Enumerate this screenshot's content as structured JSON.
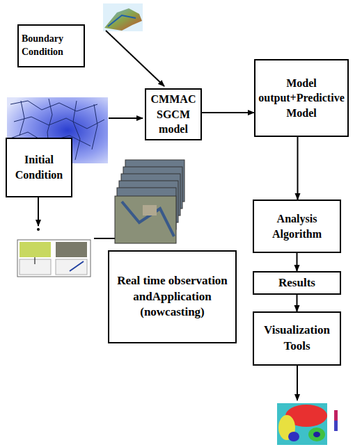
{
  "diagram": {
    "nodes": [
      {
        "text": [
          "Boundary Condition"
        ]
      },
      {
        "text": [
          "CMMAC SGCM model"
        ]
      },
      {
        "text": [
          "Model output+Predictive Model"
        ]
      },
      {
        "text": [
          "Initial Condition"
        ]
      },
      {
        "text": [
          "Real time observation andApplication (nowcasting)"
        ]
      },
      {
        "text": [
          "Analysis Algorithm"
        ]
      },
      {
        "text": [
          "Results"
        ]
      },
      {
        "text": [
          "Visualization Tools"
        ]
      }
    ],
    "edges": [
      {
        "from": 1,
        "to": 2,
        "arrow": "to"
      },
      {
        "from": 2,
        "to": 5,
        "arrow": "to"
      },
      {
        "from": 5,
        "to": 6,
        "arrow": "to"
      },
      {
        "from": 6,
        "to": 7,
        "arrow": "to"
      }
    ]
  }
}
